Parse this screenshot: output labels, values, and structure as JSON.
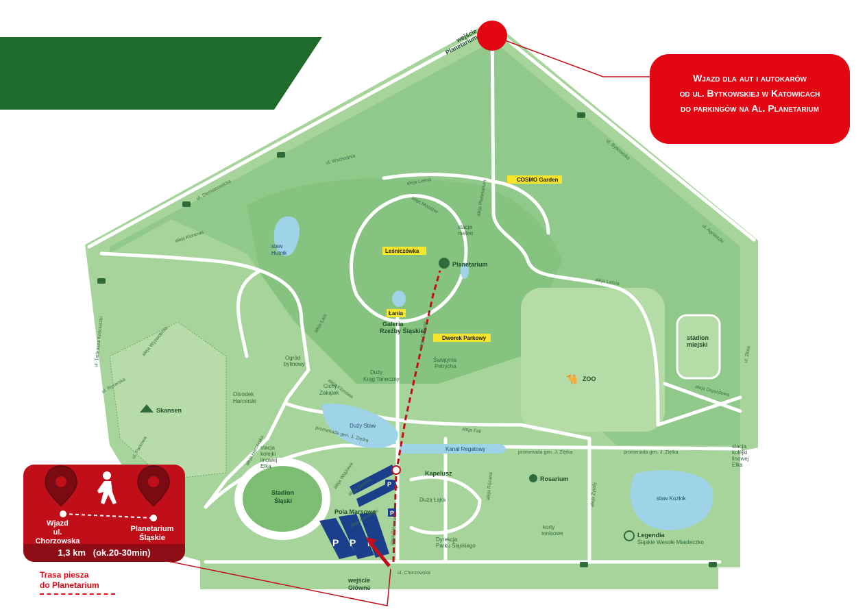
{
  "colors": {
    "park_green": "#a6d49a",
    "forest_green": "#8fc88a",
    "road": "#ffffff",
    "water": "#9fd3e8",
    "accent_red": "#e30613",
    "card_red": "#c10f1a",
    "banner_green": "#1e6b2c",
    "parking_blue": "#1c3f8c",
    "label_yellow": "#f7e52b"
  },
  "entry_box": {
    "line1": "Wjazd dla aut i autokarów",
    "line2": "od ul. Bytkowskiej w Katowicach",
    "line3": "do parkingów na Al. Planetarium"
  },
  "walk_card": {
    "start_label": "Wjazd",
    "start_sub": "ul. Chorzowska",
    "end_label": "Planetarium",
    "end_sub": "Śląskie",
    "distance": "1,3 km   (ok.20-30min)"
  },
  "trasa": {
    "line1": "Trasa piesza",
    "line2": "do Planetarium"
  },
  "entrances": {
    "top_1": "wejście",
    "top_2": "Planetarium",
    "bottom_1": "wejście",
    "bottom_2": "Główne"
  },
  "places": {
    "cosmo": "COSMO Garden",
    "lesniczowka": "Leśniczówka",
    "planetarium": "Planetarium",
    "lania": "Łania",
    "galeria_1": "Galeria",
    "galeria_2": "Rzeźby Śląskiej",
    "dworek": "Dworek Parkowy",
    "krag_1": "Duży",
    "krag_2": "Krąg Taneczny",
    "staw_hutnik_1": "staw",
    "staw_hutnik_2": "Hutnik",
    "ogrod_1": "Ogród",
    "ogrod_2": "bylinowy",
    "cichy_1": "Cichy",
    "cichy_2": "Zakątek",
    "osrodek_1": "Ośrodek",
    "osrodek_2": "Harcerski",
    "skansen": "Skansen",
    "duzy_staw": "Duży Staw",
    "kanal": "Kanał Regatowy",
    "kapelusz": "Kapelusz",
    "rosarium": "Rosarium",
    "duza_laka": "Duża Łąka",
    "pola_marsowe": "Pola Marsowe",
    "stadion_1": "Stadion",
    "stadion_2": "Śląski",
    "zoo": "ZOO",
    "stadion_miejski_1": "stadion",
    "stadion_miejski_2": "miejski",
    "staw_kozlok": "staw Kozłok",
    "legendia": "Legendia",
    "legendia_sub": "Śląskie Wesołe Miasteczko",
    "stacja_meteo_1": "stacja",
    "stacja_meteo_2": "meteo",
    "swiatynia_1": "Świątynia",
    "swiatynia_2": "Petrycha",
    "korty_1": "korty",
    "korty_2": "tenisowe",
    "dyrekcja_1": "Dyrekcja",
    "dyrekcja_2": "Parku Śląskiego",
    "kolej_1": "stacja",
    "kolej_2": "kolejki",
    "kolej_3": "linowej",
    "kolej_4": "Elka"
  },
  "roads": {
    "bytkowska": "ul. Bytkowska",
    "wschodnia": "ul. Wschodnia",
    "siemianowicka": "ul. Siemianowicka",
    "klonowa": "aleja Klonowa",
    "lesna_top": "aleja Leśna",
    "lesna_right": "aleja Leśna",
    "mozdzer": "aleja Mozdżer",
    "planetarium_al": "aleja Planetarium",
    "agnieszki": "ul. Agnieszki",
    "lani": "aleja Łani",
    "gwiazd": "aleja Gwiazd",
    "zlota": "ul. Złota",
    "dojazdowa": "aleja Dojazdowa",
    "fali": "aleja Fali",
    "promenada_1": "promenada gen. J. Ziętka",
    "promenada_2": "promenada gen. J. Ziętka",
    "promenada_3": "promenada gen. J. Ziętka",
    "harcerska": "aleja Harcerska",
    "klonowa_2": "aleja Klonowa",
    "rycerska": "ul. Rycerska",
    "kolciuszki": "ul. Tadeusza Kościuszki",
    "parkowa": "ul. Parkowa",
    "wyzwolenia": "aleja Wyzwolenia",
    "chorzowska": "ul. Chorzowska",
    "wiazowa": "aleja Wiązowa",
    "sekinia": "aleja Sekinia",
    "korolinski": "aleja Korolinski",
    "glowna": "aleja Główna",
    "rozana": "aleja Różana",
    "zyrafy": "aleja Żyrafy"
  },
  "parking_letter": "P"
}
